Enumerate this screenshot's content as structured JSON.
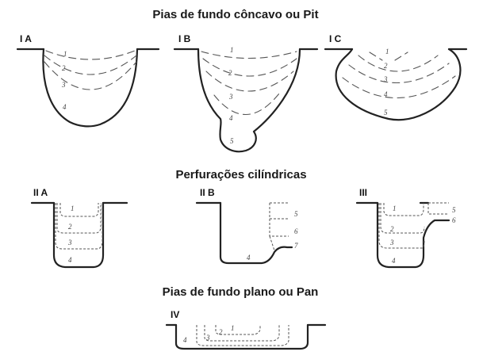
{
  "sections": {
    "pit": "Pias de fundo côncavo ou Pit",
    "cylindrical": "Perfurações cilíndricas",
    "pan": "Pias de fundo plano ou Pan"
  },
  "panels": {
    "IA": "I A",
    "IB": "I B",
    "IC": "I C",
    "IIA": "II A",
    "IIB": "II B",
    "III": "III",
    "IV": "IV"
  },
  "stages": {
    "s1": "1",
    "s2": "2",
    "s3": "3",
    "s4": "4",
    "s5": "5",
    "s6": "6",
    "s7": "7"
  }
}
